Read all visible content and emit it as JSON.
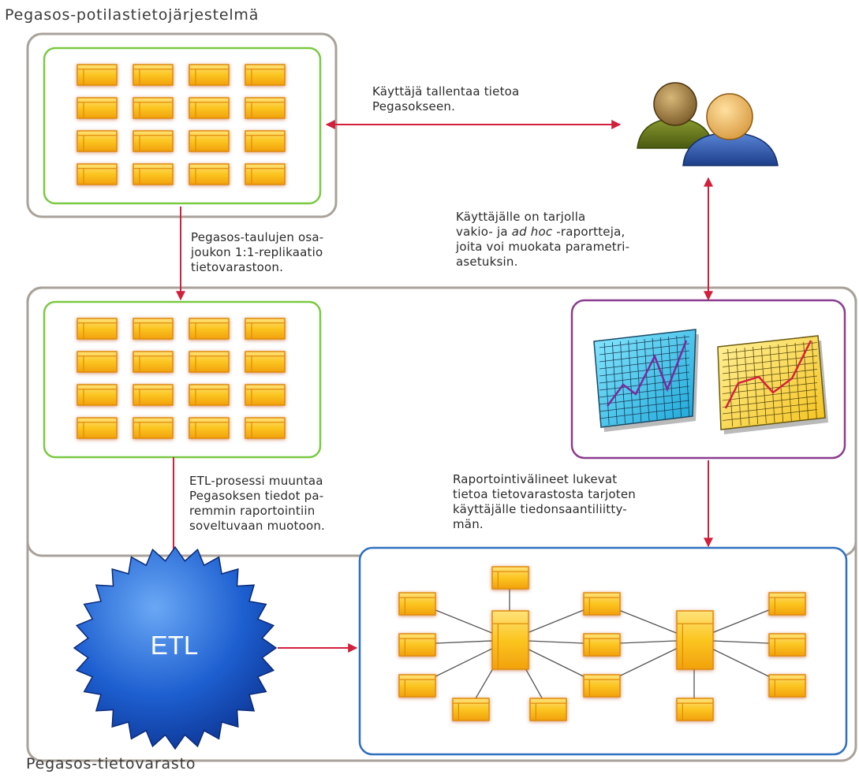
{
  "titles": {
    "source_system": "Pegasos-potilastietojärjestelmä",
    "warehouse": "Pegasos-tietovarasto"
  },
  "annotations": {
    "user_saves": [
      "Käyttäjä tallentaa tietoa",
      "Pegasokseen."
    ],
    "replication": [
      "Pegasos-taulujen osa-",
      "joukon 1:1-replikaatio",
      "tietovarastoon."
    ],
    "reports_line1": "Käyttäjälle on tarjolla",
    "reports_line2_pre": "vakio- ja ",
    "reports_line2_em": "ad hoc",
    "reports_line2_post": " -raportteja,",
    "reports_line3": "joita voi muokata parametri-",
    "reports_line4": "asetuksin.",
    "etl_process": [
      "ETL-prosessi muuntaa",
      "Pegasoksen tiedot pa-",
      "remmin raportointiin",
      "soveltuvaan muotoon."
    ],
    "reporting_tools": [
      "Raportointivälineet lukevat",
      "tietoa tietovarastosta tarjoten",
      "käyttäjälle tiedonsaantiliitty-",
      "män."
    ]
  },
  "etl_label": "ETL",
  "icons": {
    "users": "users-icon",
    "charts": [
      "chart-cyan-icon",
      "chart-yellow-icon"
    ],
    "table": "table-icon",
    "etl": "etl-starburst-icon"
  },
  "colors": {
    "arrow": "#d21f3c",
    "source_box_border": "#7ac943",
    "warehouse_border": "#a8a29a",
    "reports_border": "#8a3d8f",
    "schema_border": "#2f6fc0",
    "table_fill": "#f9c21a",
    "table_border": "#e08a0a"
  }
}
